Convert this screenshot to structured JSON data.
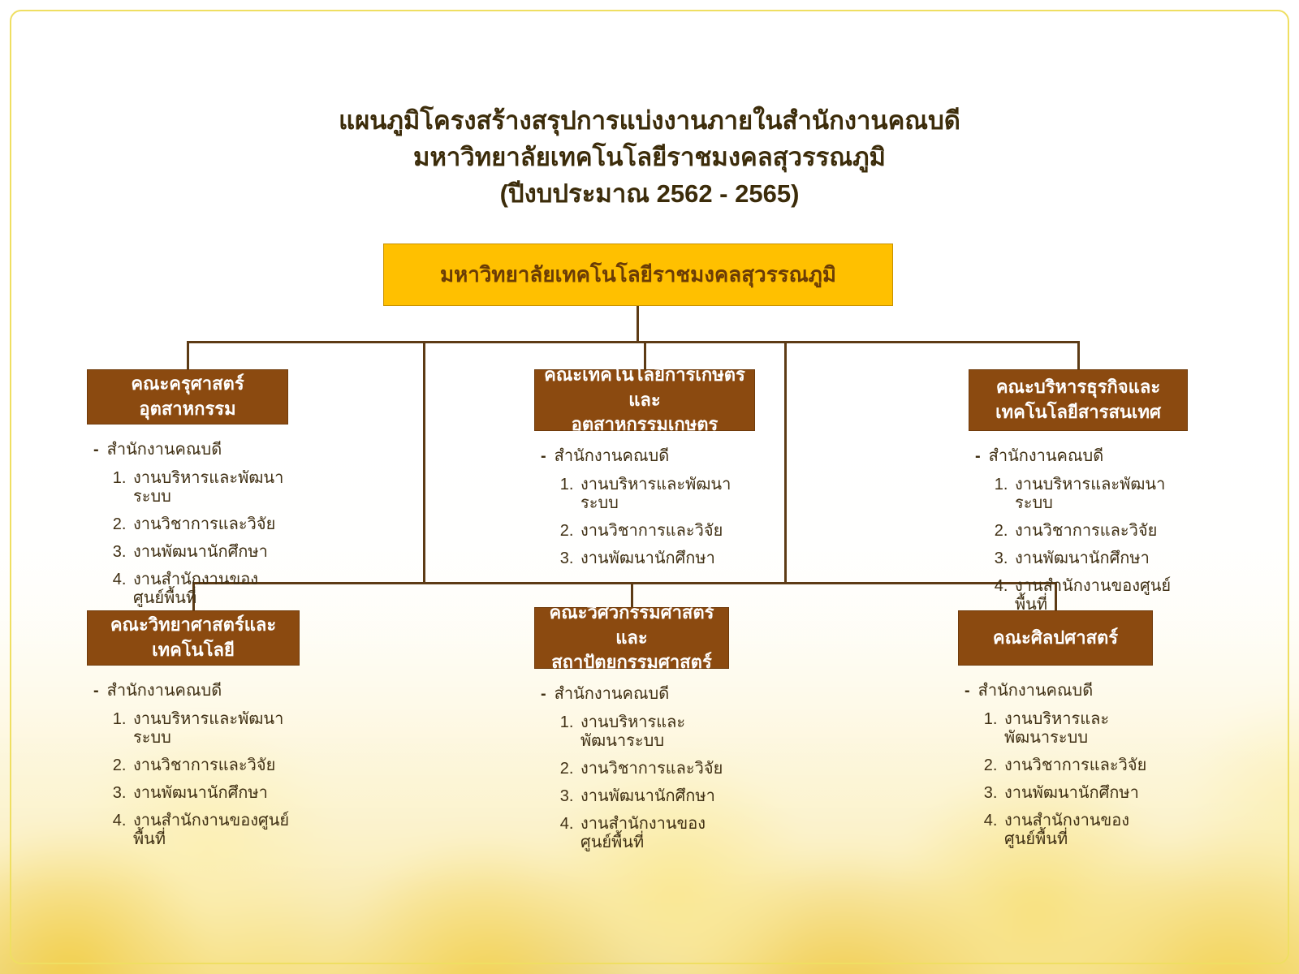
{
  "colors": {
    "page_border": "#efdf62",
    "root_fill": "#ffc000",
    "root_border": "#c79100",
    "root_text": "#6a3c06",
    "faculty_fill": "#8b4a10",
    "faculty_border": "#703b0b",
    "faculty_text": "#ffffff",
    "connector": "#5d3b15",
    "title_text": "#3c2c0a",
    "list_text": "#403014"
  },
  "title": {
    "line1": "แผนภูมิโครงสร้างสรุปการแบ่งงานภายในสำนักงานคณบดี",
    "line2": "มหาวิทยาลัยเทคโนโลยีราชมงคลสุวรรณภูมิ",
    "line3": "(ปีงบประมาณ 2562 - 2565)"
  },
  "root": {
    "label": "มหาวิทยาลัยเทคโนโลยีราชมงคลสุวรรณภูมิ"
  },
  "faculties": [
    {
      "name_line1": "คณะครุศาสตร์อุตสาหกรรม",
      "name_line2": "",
      "office": "สำนักงานคณบดี",
      "departments": [
        "งานบริหารและพัฒนาระบบ",
        "งานวิชาการและวิจัย",
        "งานพัฒนานักศึกษา",
        "งานสำนักงานของศูนย์พื้นที่"
      ]
    },
    {
      "name_line1": "คณะเทคโนโลยีการเกษตรและ",
      "name_line2": "อุตสาหกรรมเกษตร",
      "office": "สำนักงานคณบดี",
      "departments": [
        "งานบริหารและพัฒนาระบบ",
        "งานวิชาการและวิจัย",
        "งานพัฒนานักศึกษา"
      ]
    },
    {
      "name_line1": "คณะบริหารธุรกิจและ",
      "name_line2": "เทคโนโลยีสารสนเทศ",
      "office": "สำนักงานคณบดี",
      "departments": [
        "งานบริหารและพัฒนาระบบ",
        "งานวิชาการและวิจัย",
        "งานพัฒนานักศึกษา",
        "งานสำนักงานของศูนย์พื้นที่"
      ]
    },
    {
      "name_line1": "คณะวิทยาศาสตร์และเทคโนโลยี",
      "name_line2": "",
      "office": "สำนักงานคณบดี",
      "departments": [
        "งานบริหารและพัฒนาระบบ",
        "งานวิชาการและวิจัย",
        "งานพัฒนานักศึกษา",
        "งานสำนักงานของศูนย์พื้นที่"
      ]
    },
    {
      "name_line1": "คณะวิศวกรรมศาสตร์และ",
      "name_line2": "สถาปัตยกรรมศาสตร์",
      "office": "สำนักงานคณบดี",
      "departments": [
        "งานบริหารและพัฒนาระบบ",
        "งานวิชาการและวิจัย",
        "งานพัฒนานักศึกษา",
        "งานสำนักงานของศูนย์พื้นที่"
      ]
    },
    {
      "name_line1": "คณะศิลปศาสตร์",
      "name_line2": "",
      "office": "สำนักงานคณบดี",
      "departments": [
        "งานบริหารและพัฒนาระบบ",
        "งานวิชาการและวิจัย",
        "งานพัฒนานักศึกษา",
        "งานสำนักงานของศูนย์พื้นที่"
      ]
    }
  ]
}
